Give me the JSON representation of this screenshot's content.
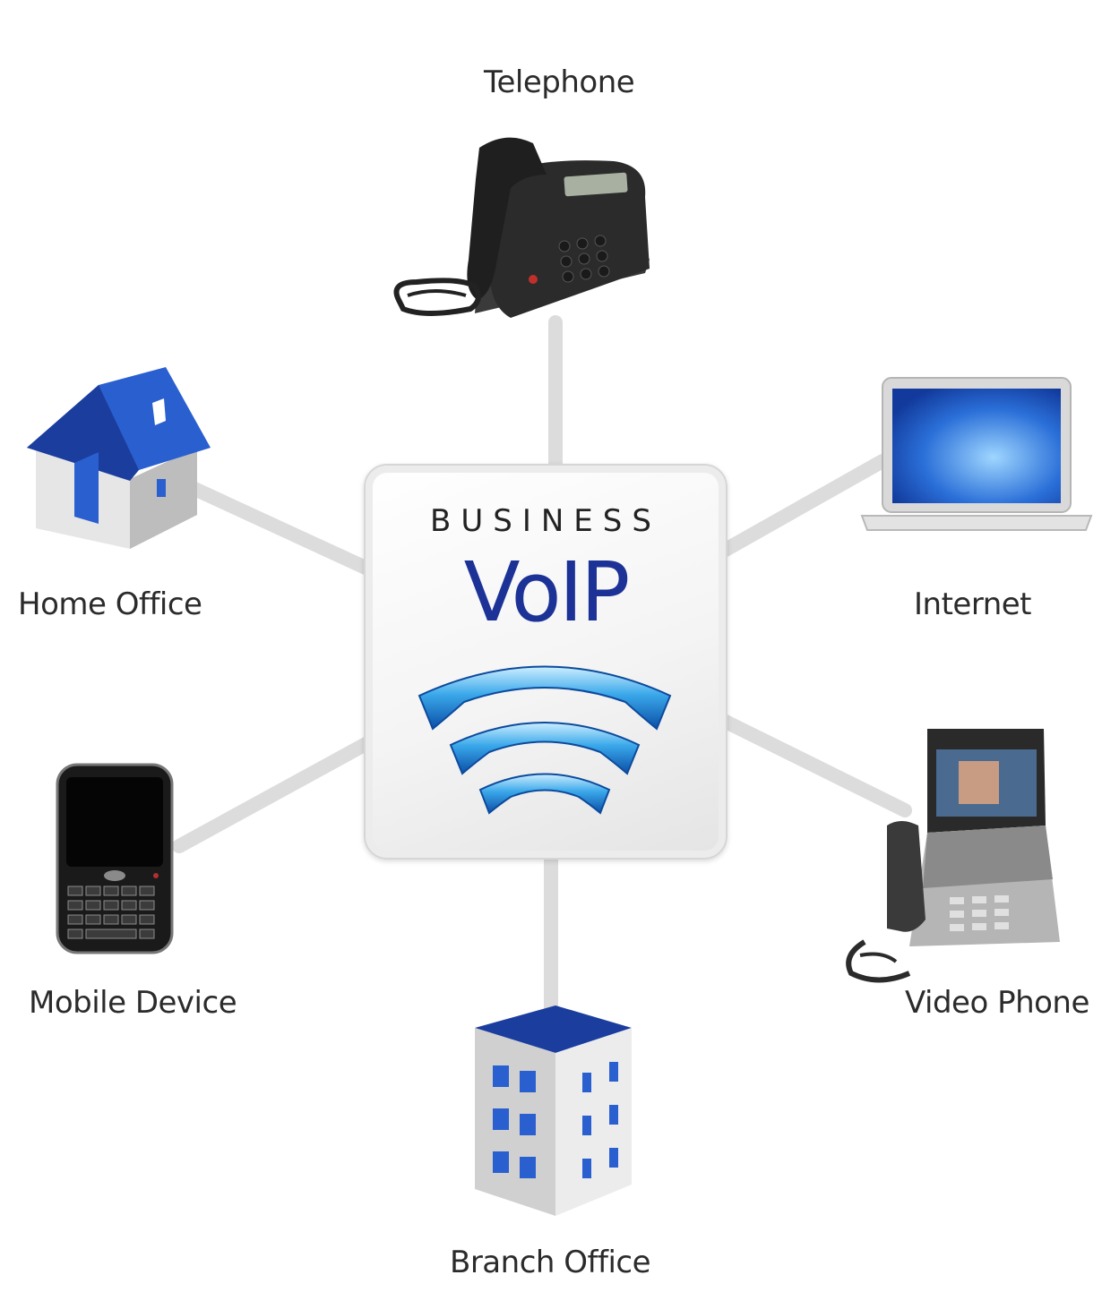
{
  "hub": {
    "title": "BUSINESS",
    "subtitle": "VoIP",
    "icon": "phone-handset-waves-icon",
    "accent_color": "#1c3296"
  },
  "nodes": {
    "telephone": {
      "label": "Telephone",
      "icon": "desk-phone-icon"
    },
    "home_office": {
      "label": "Home Office",
      "icon": "house-icon"
    },
    "internet": {
      "label": "Internet",
      "icon": "laptop-icon"
    },
    "mobile_device": {
      "label": "Mobile Device",
      "icon": "smartphone-icon"
    },
    "video_phone": {
      "label": "Video Phone",
      "icon": "video-phone-icon"
    },
    "branch_office": {
      "label": "Branch Office",
      "icon": "office-building-icon"
    }
  },
  "colors": {
    "connector": "#dcdcdc",
    "device_blue": "#2a5fd0"
  }
}
